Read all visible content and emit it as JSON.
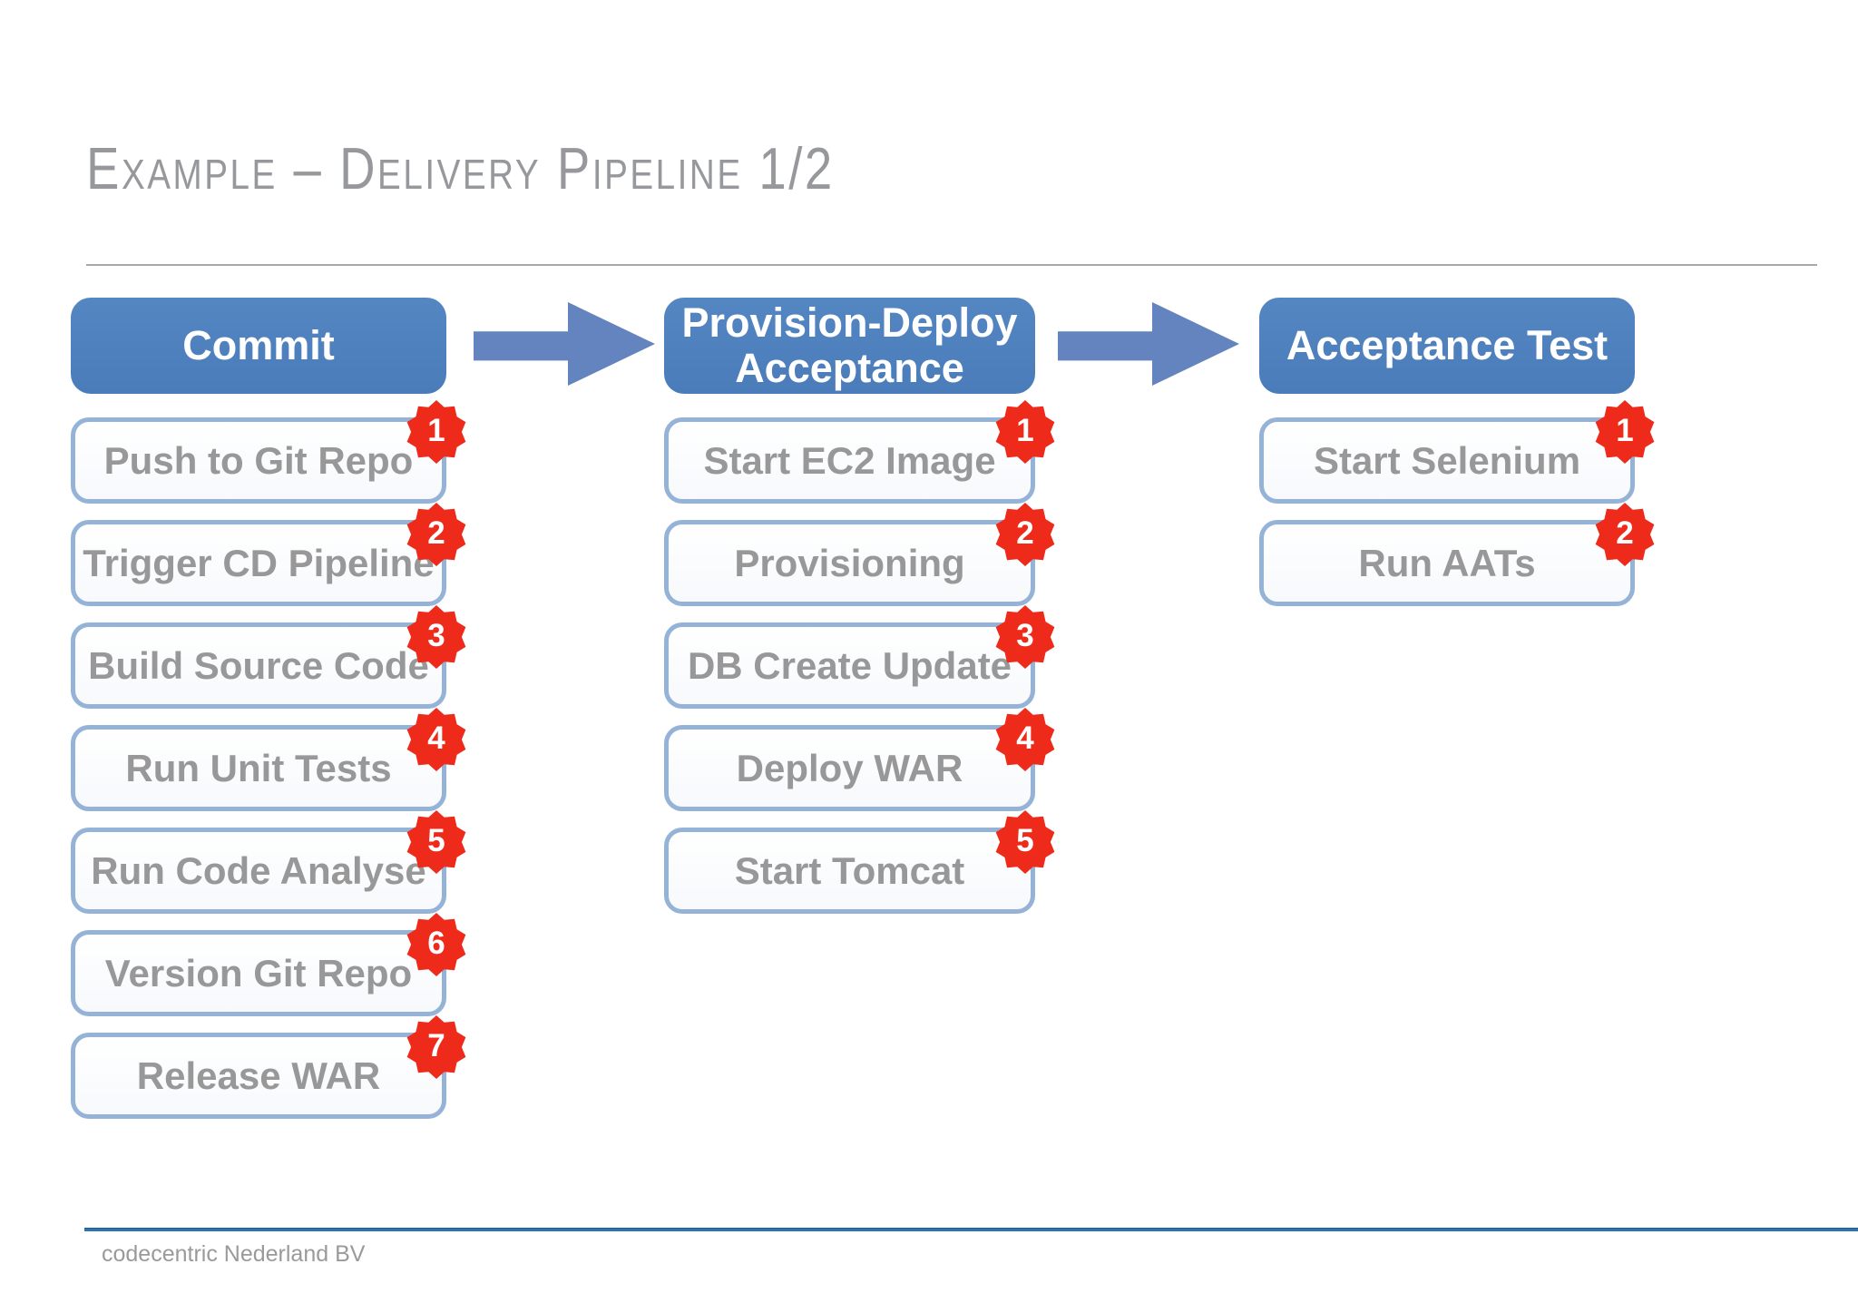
{
  "title": "Example – Delivery Pipeline 1/2",
  "stages": [
    {
      "name": "Commit",
      "steps": [
        {
          "num": "1",
          "label": "Push to Git Repo"
        },
        {
          "num": "2",
          "label": "Trigger CD Pipeline"
        },
        {
          "num": "3",
          "label": "Build Source Code"
        },
        {
          "num": "4",
          "label": "Run Unit Tests"
        },
        {
          "num": "5",
          "label": "Run Code Analyse"
        },
        {
          "num": "6",
          "label": "Version Git Repo"
        },
        {
          "num": "7",
          "label": "Release WAR"
        }
      ]
    },
    {
      "name": "Provision-Deploy Acceptance",
      "steps": [
        {
          "num": "1",
          "label": "Start EC2 Image"
        },
        {
          "num": "2",
          "label": "Provisioning"
        },
        {
          "num": "3",
          "label": "DB Create Update"
        },
        {
          "num": "4",
          "label": "Deploy WAR"
        },
        {
          "num": "5",
          "label": "Start Tomcat"
        }
      ]
    },
    {
      "name": "Acceptance Test",
      "steps": [
        {
          "num": "1",
          "label": "Start Selenium"
        },
        {
          "num": "2",
          "label": "Run AATs"
        }
      ]
    }
  ],
  "footer": {
    "company": "codecentric Nederland BV"
  },
  "colors": {
    "stage_header_blue": "#4f81bd",
    "step_border_blue": "#95b3d7",
    "arrow_blue": "#6384be",
    "badge_red": "#ee2b1b",
    "title_gray": "#96989b",
    "step_text_gray": "#989898",
    "footer_rule_blue": "#2e74b5"
  }
}
